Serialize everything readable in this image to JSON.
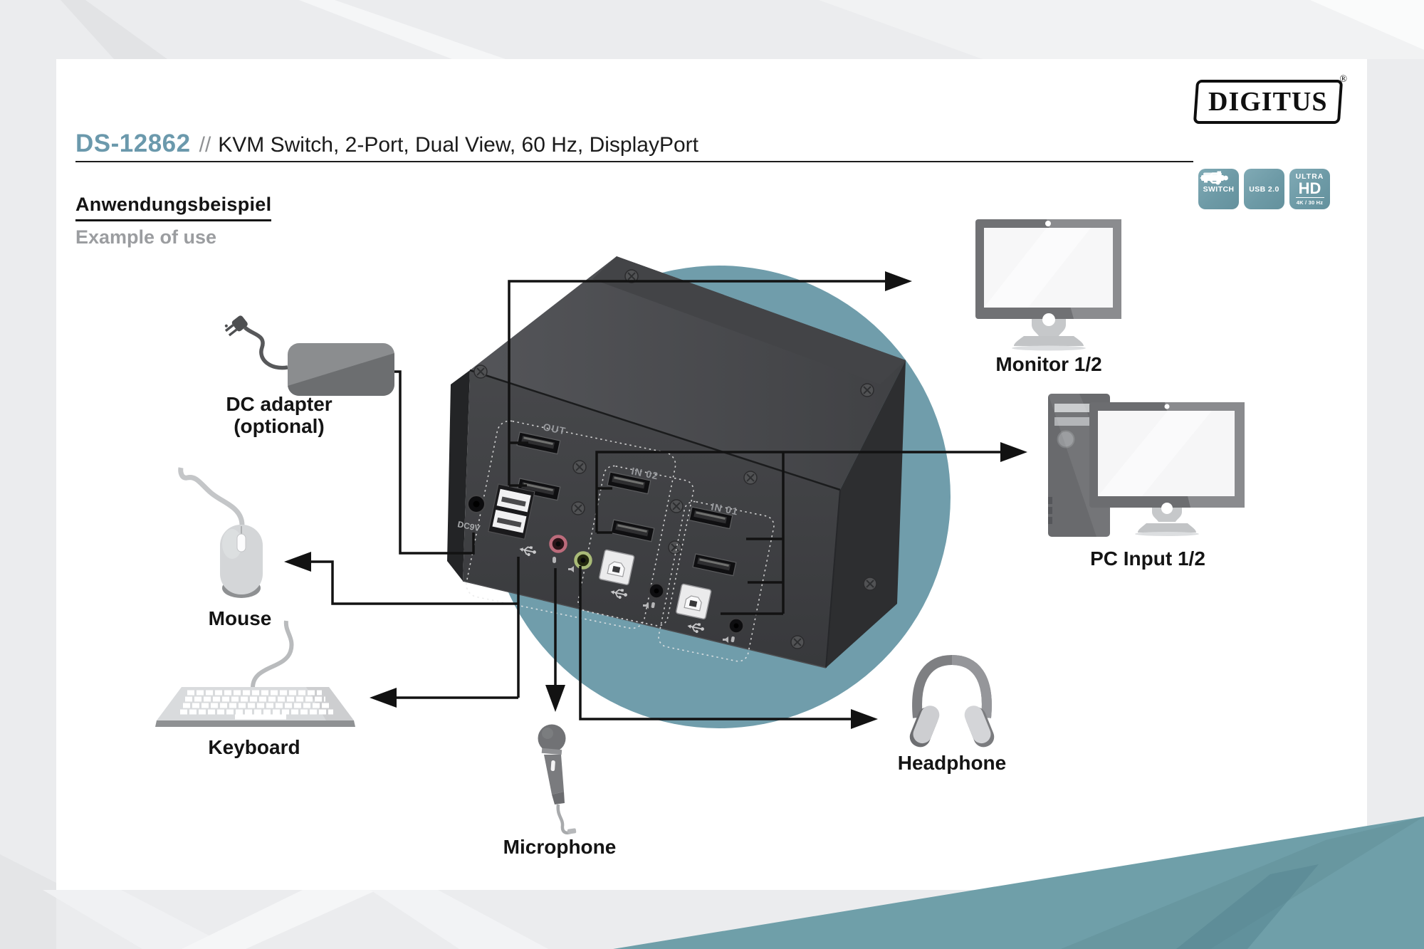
{
  "header": {
    "product_code": "DS-12862",
    "separator": "//",
    "title": "KVM Switch, 2-Port, Dual View, 60 Hz, DisplayPort"
  },
  "brand": {
    "logo_text": "DIGITUS",
    "registered_mark": "®"
  },
  "section": {
    "heading_de": "Anwendungsbeispiel",
    "heading_en": "Example of use"
  },
  "badges": {
    "switch": {
      "label": "SWITCH"
    },
    "usb": {
      "label": "USB 2.0"
    },
    "uhd": {
      "line1": "ULTRA",
      "line2": "HD",
      "line3": "4K / 30 Hz"
    }
  },
  "diagram": {
    "labels": {
      "dc_line1": "DC adapter",
      "dc_line2": "(optional)",
      "mouse": "Mouse",
      "keyboard": "Keyboard",
      "microphone": "Microphone",
      "headphone": "Headphone",
      "monitor": "Monitor 1/2",
      "pc_input": "PC Input 1/2"
    },
    "ports": {
      "out": "OUT",
      "in02": "IN 02",
      "in01": "IN 01",
      "dc": "DC9V"
    }
  },
  "colors": {
    "accent_teal": "#709dab",
    "title_teal": "#6b99ac",
    "wedge_teal": "#6f9fa9",
    "device_dark": "#414245"
  }
}
